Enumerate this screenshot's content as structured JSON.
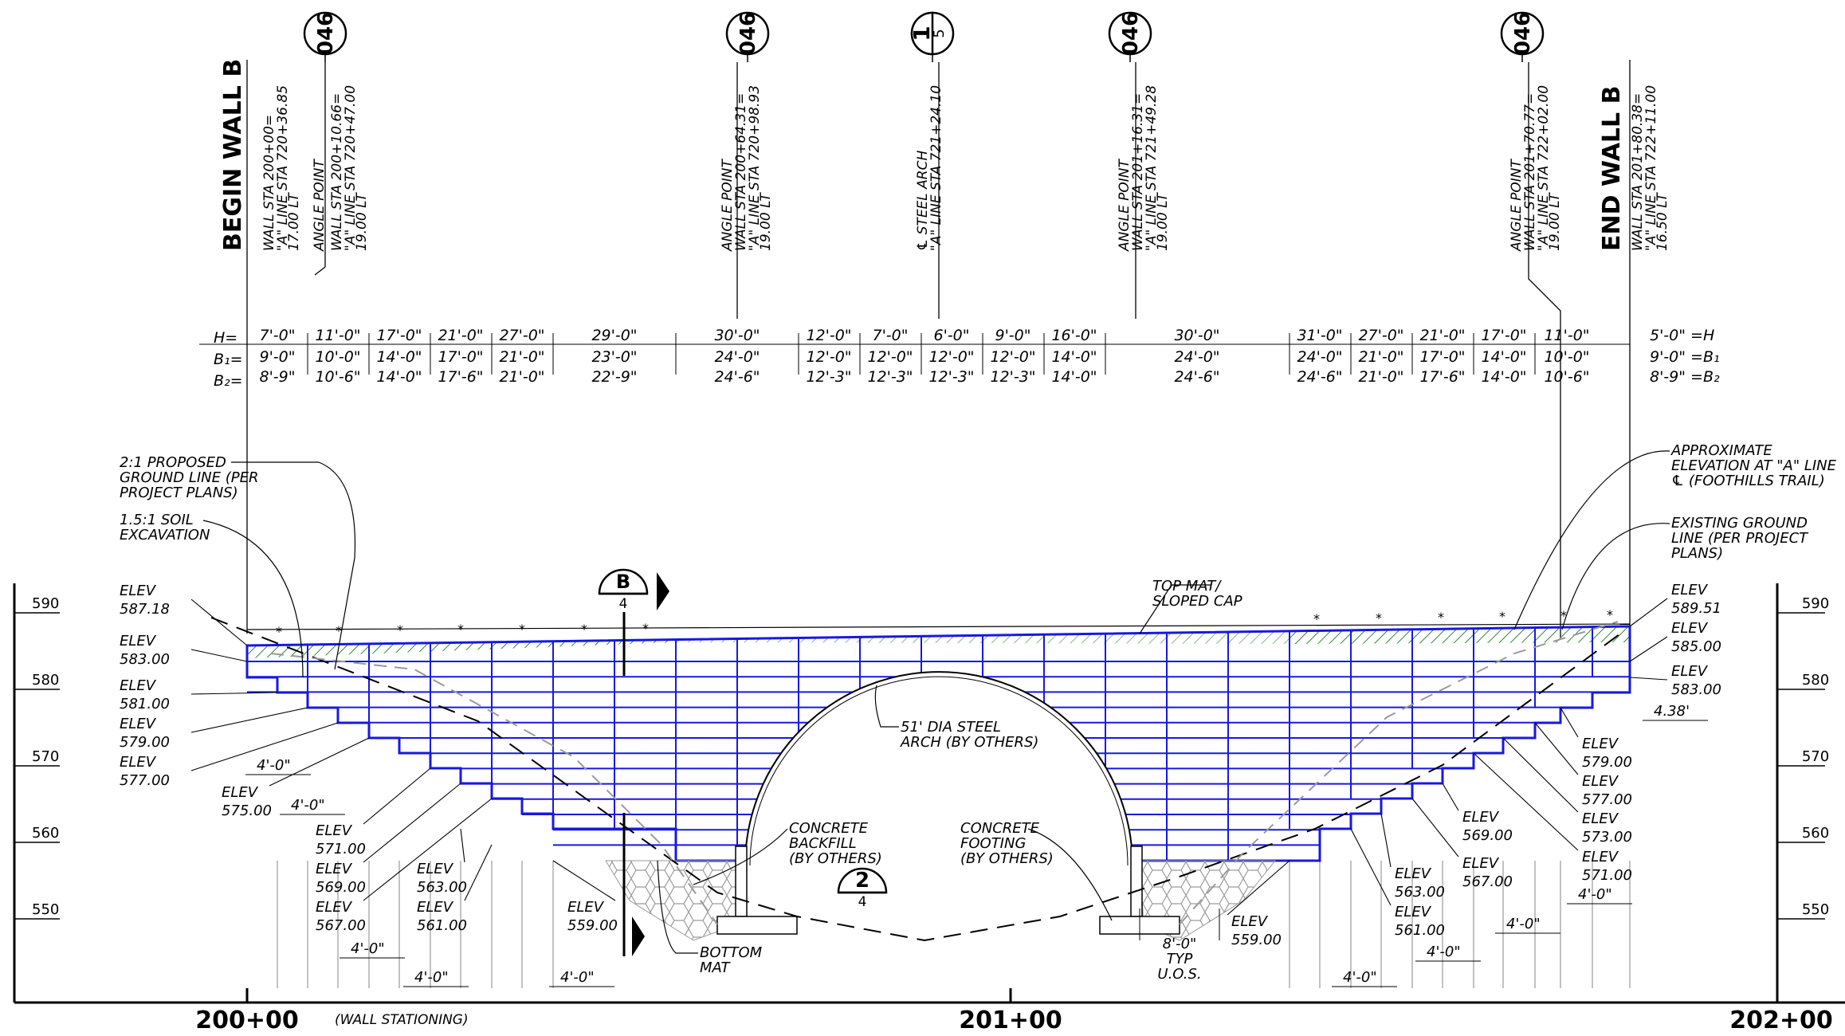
{
  "title_begin": "BEGIN WALL B",
  "title_end": "END WALL B",
  "wall_stationing_note": "(WALL STATIONING)",
  "stations": [
    "200+00",
    "201+00",
    "202+00"
  ],
  "elev_axis": [
    "590",
    "580",
    "570",
    "560",
    "550"
  ],
  "section_callouts": [
    {
      "label": "046"
    },
    {
      "label": "046"
    },
    {
      "label": "1",
      "sub": "5"
    },
    {
      "label": "046"
    },
    {
      "label": "046"
    }
  ],
  "section_markers": [
    {
      "label": "B",
      "sub": "4"
    },
    {
      "label": "2",
      "sub": "4"
    }
  ],
  "vertical_notes": [
    {
      "lines": [
        "WALL STA 200+00=",
        "\"A\" LINE STA 720+36.85",
        "17.00 LT"
      ]
    },
    {
      "lines": [
        "ANGLE POINT"
      ]
    },
    {
      "lines": [
        "WALL STA 200+10.66=",
        "\"A\" LINE STA 720+47.00",
        "19.00 LT"
      ]
    },
    {
      "lines": [
        "ANGLE POINT",
        "WALL STA 200+64.31=",
        "\"A\" LINE STA 720+98.93",
        "19.00 LT"
      ]
    },
    {
      "lines": [
        "℄ STEEL ARCH",
        "\"A\" LINE STA 721+24.10"
      ]
    },
    {
      "lines": [
        "ANGLE POINT",
        "WALL STA 201+16.31=",
        "\"A\" LINE STA 721+49.28",
        "19.00 LT"
      ]
    },
    {
      "lines": [
        "ANGLE POINT",
        "WALL STA 201+70.77=",
        "\"A\" LINE STA 722+02.00",
        "19.00 LT"
      ]
    },
    {
      "lines": [
        "WALL STA 201+80.38=",
        "\"A\" LINE STA 722+11.00",
        "16.50 LT"
      ]
    }
  ],
  "dim_table": {
    "row_labels": [
      "H=",
      "B₁=",
      "B₂="
    ],
    "right_labels": [
      "=H",
      "=B₁",
      "=B₂"
    ],
    "columns": [
      {
        "h": "7'-0\"",
        "b1": "9'-0\"",
        "b2": "8'-9\""
      },
      {
        "h": "11'-0\"",
        "b1": "10'-0\"",
        "b2": "10'-6\""
      },
      {
        "h": "17'-0\"",
        "b1": "14'-0\"",
        "b2": "14'-0\""
      },
      {
        "h": "21'-0\"",
        "b1": "17'-0\"",
        "b2": "17'-6\""
      },
      {
        "h": "27'-0\"",
        "b1": "21'-0\"",
        "b2": "21'-0\""
      },
      {
        "h": "29'-0\"",
        "b1": "23'-0\"",
        "b2": "22'-9\""
      },
      {
        "h": "30'-0\"",
        "b1": "24'-0\"",
        "b2": "24'-6\""
      },
      {
        "h": "12'-0\"",
        "b1": "12'-0\"",
        "b2": "12'-3\""
      },
      {
        "h": "7'-0\"",
        "b1": "12'-0\"",
        "b2": "12'-3\""
      },
      {
        "h": "6'-0\"",
        "b1": "12'-0\"",
        "b2": "12'-3\""
      },
      {
        "h": "9'-0\"",
        "b1": "12'-0\"",
        "b2": "12'-3\""
      },
      {
        "h": "16'-0\"",
        "b1": "14'-0\"",
        "b2": "14'-0\""
      },
      {
        "h": "30'-0\"",
        "b1": "24'-0\"",
        "b2": "24'-6\""
      },
      {
        "h": "31'-0\"",
        "b1": "24'-0\"",
        "b2": "24'-6\""
      },
      {
        "h": "27'-0\"",
        "b1": "21'-0\"",
        "b2": "21'-0\""
      },
      {
        "h": "21'-0\"",
        "b1": "17'-0\"",
        "b2": "17'-6\""
      },
      {
        "h": "17'-0\"",
        "b1": "14'-0\"",
        "b2": "14'-0\""
      },
      {
        "h": "11'-0\"",
        "b1": "10'-0\"",
        "b2": "10'-6\""
      },
      {
        "h": "5'-0\"",
        "b1": "9'-0\"",
        "b2": "8'-9\""
      }
    ]
  },
  "callouts": [
    {
      "lines": [
        "2:1 PROPOSED",
        "GROUND LINE (PER",
        "PROJECT PLANS)"
      ]
    },
    {
      "lines": [
        "1.5:1 SOIL",
        "EXCAVATION"
      ]
    },
    {
      "lines": [
        "TOP MAT/",
        "SLOPED CAP"
      ]
    },
    {
      "lines": [
        "APPROXIMATE",
        "ELEVATION AT \"A\" LINE",
        "℄ (FOOTHILLS TRAIL)"
      ]
    },
    {
      "lines": [
        "EXISTING GROUND",
        "LINE (PER PROJECT",
        "PLANS)"
      ]
    },
    {
      "lines": [
        "51' DIA STEEL",
        "ARCH (BY OTHERS)"
      ]
    },
    {
      "lines": [
        "CONCRETE",
        "BACKFILL",
        "(BY OTHERS)"
      ]
    },
    {
      "lines": [
        "CONCRETE",
        "FOOTING",
        "(BY OTHERS)"
      ]
    },
    {
      "lines": [
        "BOTTOM",
        "MAT"
      ]
    },
    {
      "lines": [
        "8'-0\"",
        "TYP",
        "U.O.S."
      ]
    }
  ],
  "elev_left": [
    {
      "lines": [
        "ELEV",
        "587.18"
      ]
    },
    {
      "lines": [
        "ELEV",
        "583.00"
      ]
    },
    {
      "lines": [
        "ELEV",
        "581.00"
      ]
    },
    {
      "lines": [
        "ELEV",
        "579.00"
      ]
    },
    {
      "lines": [
        "ELEV",
        "577.00"
      ]
    },
    {
      "lines": [
        "ELEV",
        "575.00"
      ]
    },
    {
      "lines": [
        "ELEV",
        "571.00"
      ]
    },
    {
      "lines": [
        "ELEV",
        "569.00"
      ]
    },
    {
      "lines": [
        "ELEV",
        "567.00"
      ]
    },
    {
      "lines": [
        "ELEV",
        "563.00"
      ]
    },
    {
      "lines": [
        "ELEV",
        "561.00"
      ]
    },
    {
      "lines": [
        "ELEV",
        "559.00"
      ]
    }
  ],
  "elev_right": [
    {
      "lines": [
        "ELEV",
        "589.51"
      ]
    },
    {
      "lines": [
        "ELEV",
        "585.00"
      ]
    },
    {
      "lines": [
        "ELEV",
        "583.00"
      ]
    },
    {
      "lines": [
        "ELEV",
        "579.00"
      ]
    },
    {
      "lines": [
        "ELEV",
        "577.00"
      ]
    },
    {
      "lines": [
        "ELEV",
        "573.00"
      ]
    },
    {
      "lines": [
        "ELEV",
        "571.00"
      ]
    },
    {
      "lines": [
        "ELEV",
        "569.00"
      ]
    },
    {
      "lines": [
        "ELEV",
        "567.00"
      ]
    },
    {
      "lines": [
        "ELEV",
        "563.00"
      ]
    },
    {
      "lines": [
        "ELEV",
        "561.00"
      ]
    },
    {
      "lines": [
        "ELEV",
        "559.00"
      ]
    }
  ],
  "step_dims": [
    "4'-0\"",
    "4'-0\"",
    "4'-0\"",
    "4'-0\"",
    "4'-0\"",
    "4'-0\"",
    "4'-0\"",
    "4'-0\"",
    "4'-0\"",
    "4.38'"
  ],
  "colors": {
    "wall": "#1818e0",
    "hatch": "#2f8a2f",
    "line": "#000000",
    "gray": "#9a9a9a"
  }
}
